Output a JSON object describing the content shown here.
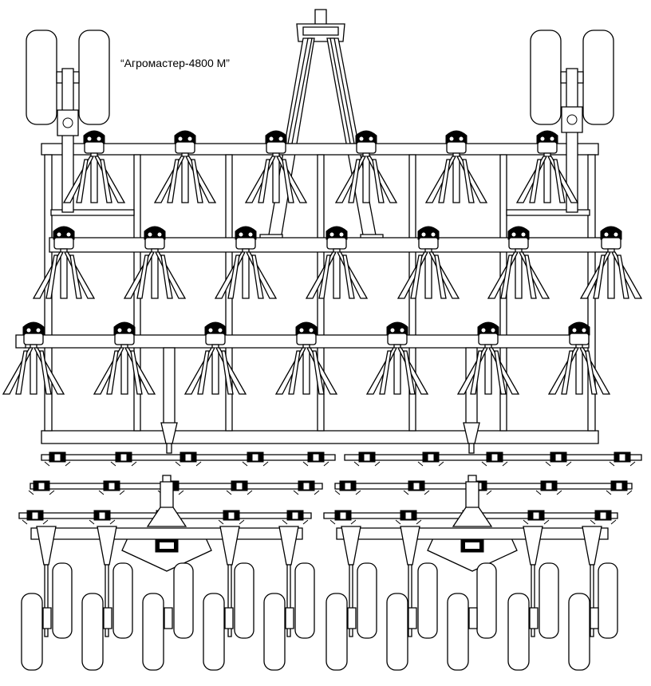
{
  "drawing": {
    "title": "“Агромастер-4800 М”",
    "stroke_color": "#000000",
    "background_color": "#ffffff",
    "components": {
      "transport_wheel_pairs": 2,
      "upper_gang_tines": 6,
      "middle_gang_tines": 7,
      "lower_gang_tines": 7,
      "harrow_rows": 3,
      "seed_openers": 10,
      "press_wheels_front": 10,
      "press_wheels_rear": 10
    }
  }
}
